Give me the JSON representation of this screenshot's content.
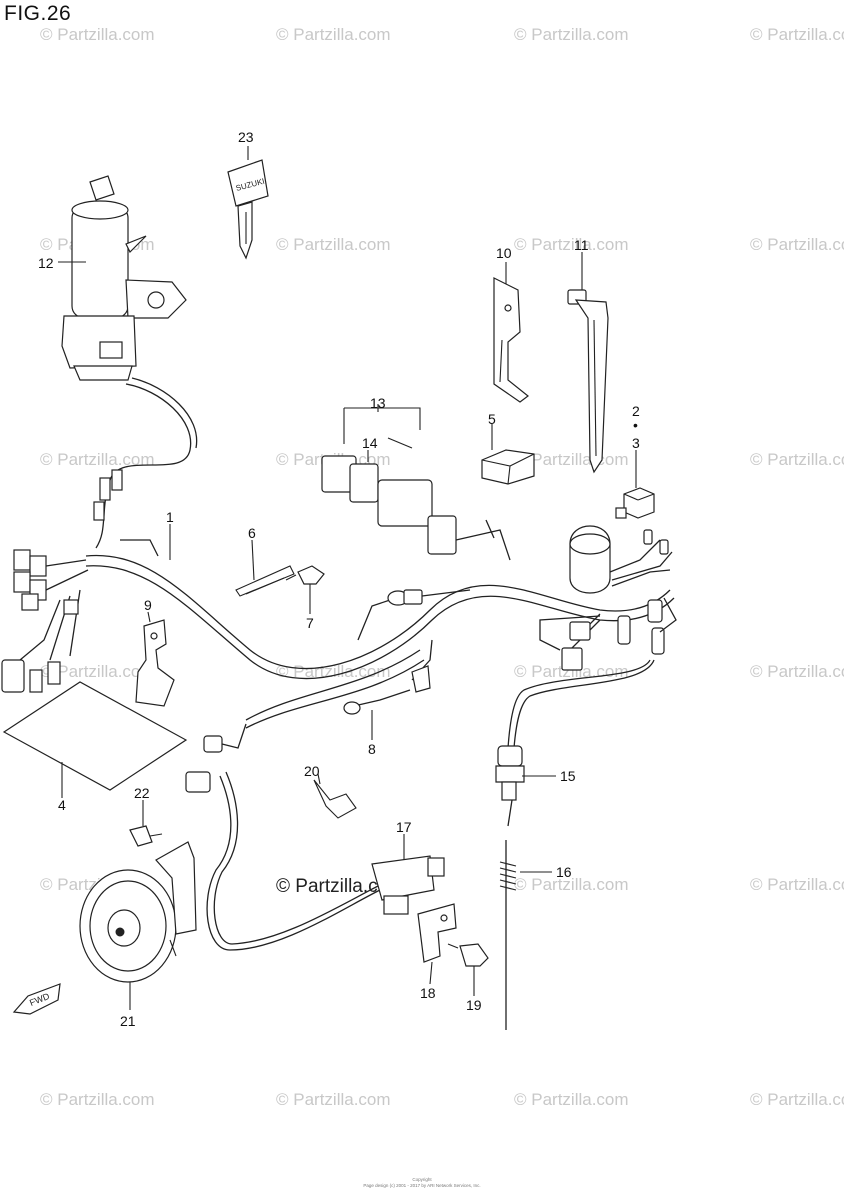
{
  "figure": {
    "title": "FIG.26"
  },
  "watermark": {
    "text": "© Partzilla.com",
    "main_text": "© Partzilla.com"
  },
  "footer": {
    "line1": "Copyright",
    "line2": "Page design (c) 2001 - 2017 by ARI Network Services, Inc."
  },
  "callouts": [
    {
      "id": "c23",
      "label": "23"
    },
    {
      "id": "c12",
      "label": "12"
    },
    {
      "id": "c10",
      "label": "10"
    },
    {
      "id": "c11",
      "label": "11"
    },
    {
      "id": "c13",
      "label": "13"
    },
    {
      "id": "c14",
      "label": "14"
    },
    {
      "id": "c5",
      "label": "5"
    },
    {
      "id": "c2",
      "label": "2"
    },
    {
      "id": "c2dot",
      "label": "•"
    },
    {
      "id": "c3",
      "label": "3"
    },
    {
      "id": "c1",
      "label": "1"
    },
    {
      "id": "c6",
      "label": "6"
    },
    {
      "id": "c7",
      "label": "7"
    },
    {
      "id": "c9",
      "label": "9"
    },
    {
      "id": "c4",
      "label": "4"
    },
    {
      "id": "c8",
      "label": "8"
    },
    {
      "id": "c20",
      "label": "20"
    },
    {
      "id": "c15",
      "label": "15"
    },
    {
      "id": "c22",
      "label": "22"
    },
    {
      "id": "c17",
      "label": "17"
    },
    {
      "id": "c16",
      "label": "16"
    },
    {
      "id": "c18",
      "label": "18"
    },
    {
      "id": "c19",
      "label": "19"
    },
    {
      "id": "c21",
      "label": "21"
    }
  ],
  "fwd_label": "FWD",
  "key_stamp": "SUZUKI"
}
